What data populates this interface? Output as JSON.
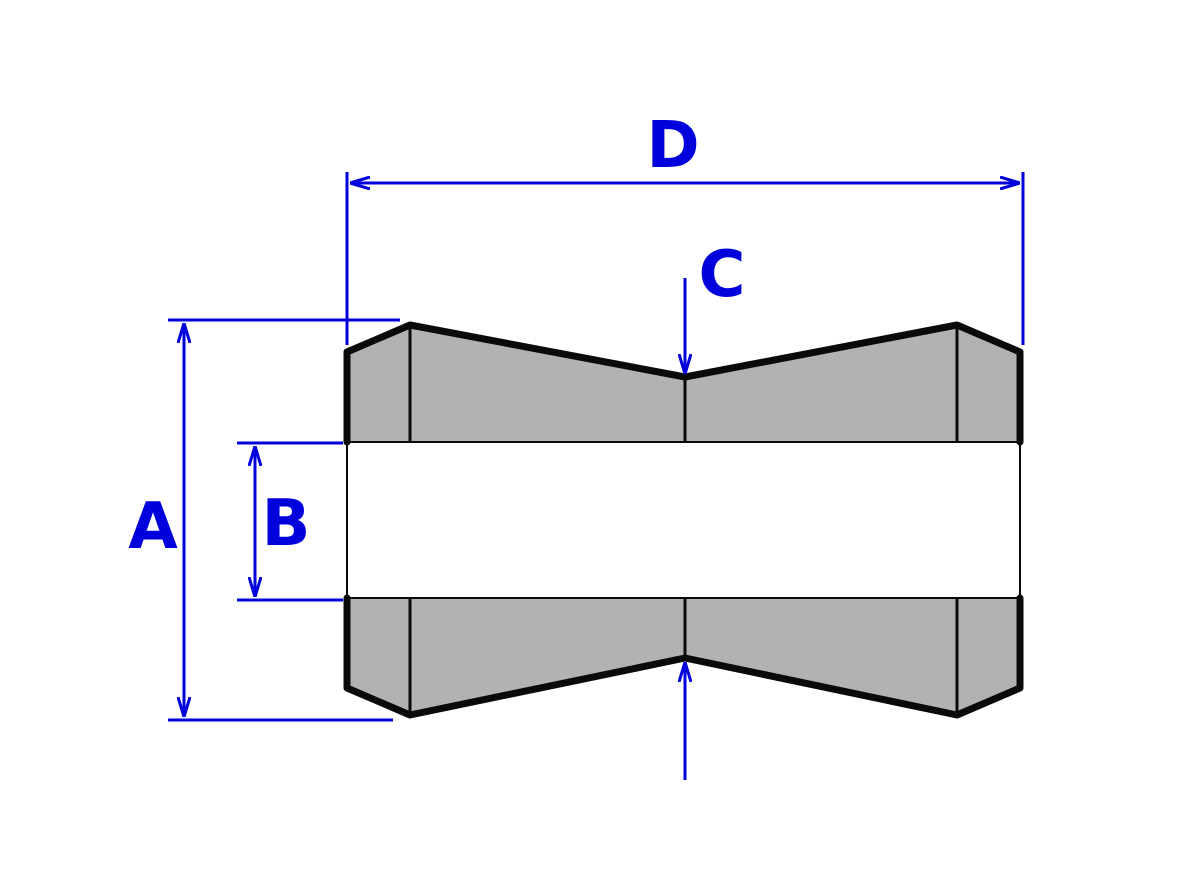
{
  "colors": {
    "background": "#ffffff",
    "body_fill": "#b2b2b2",
    "bore_fill": "#ffffff",
    "outline": "#0a0a0a",
    "dimension": "#0000dd"
  },
  "labels": {
    "a": "A",
    "b": "B",
    "c": "C",
    "d": "D"
  }
}
